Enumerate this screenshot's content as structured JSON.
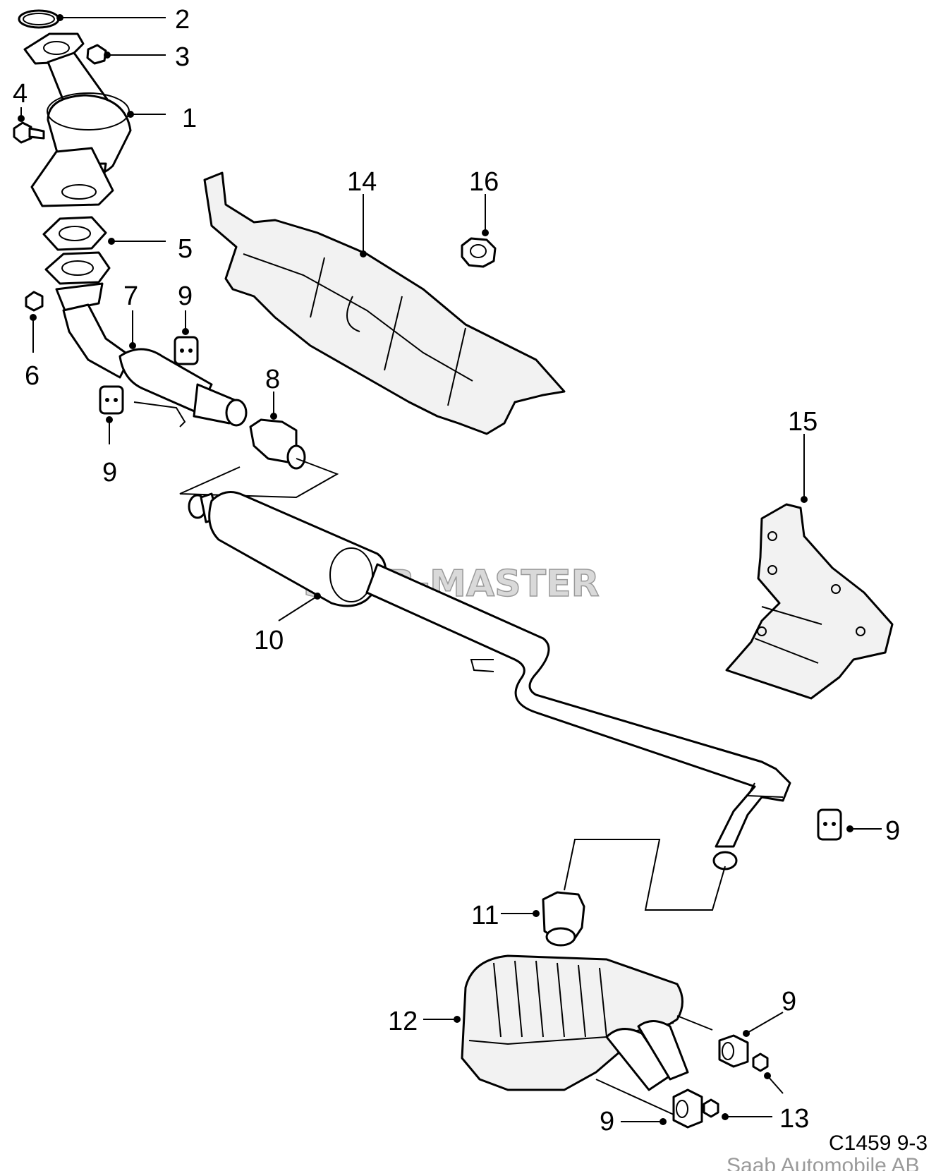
{
  "labels": {
    "l1": "1",
    "l2": "2",
    "l3": "3",
    "l4": "4",
    "l5": "5",
    "l6": "6",
    "l7": "7",
    "l8": "8",
    "l9a": "9",
    "l9b": "9",
    "l9c": "9",
    "l9d": "9",
    "l9e": "9",
    "l10": "10",
    "l11": "11",
    "l12": "12",
    "l13": "13",
    "l14": "14",
    "l15": "15",
    "l16": "16"
  },
  "watermark": "SAAB-MASTER",
  "drawing_code": "C1459 9-3",
  "copyright": "Saab Automobile AB"
}
